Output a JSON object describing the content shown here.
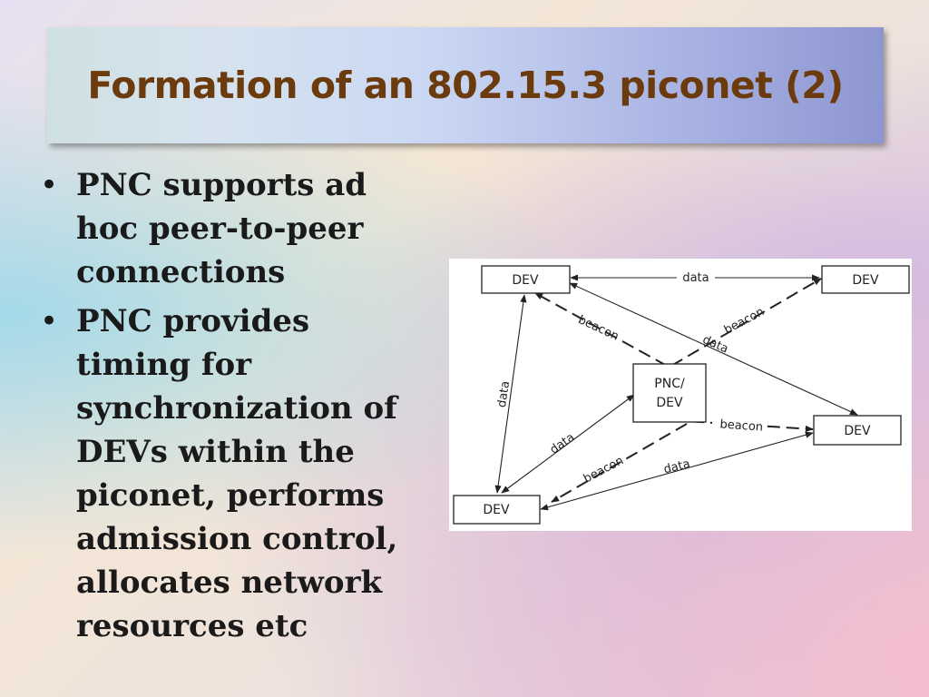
{
  "title": "Formation of an 802.15.3 piconet (2)",
  "bullets": [
    "PNC supports ad hoc peer-to-peer connections",
    "PNC provides timing for synchronization of DEVs within the piconet, performs admission control, allocates network resources etc"
  ],
  "diagram": {
    "nodes": {
      "top_left": "DEV",
      "top_right": "DEV",
      "center": [
        "PNC/",
        "DEV"
      ],
      "right": "DEV",
      "bottom_left": "DEV"
    },
    "edges": [
      {
        "from": "top_left",
        "to": "top_right",
        "label": "data",
        "style": "solid"
      },
      {
        "from": "center",
        "to": "top_left",
        "label": "beacon",
        "style": "dashed"
      },
      {
        "from": "center",
        "to": "top_right",
        "label": "beacon",
        "style": "dashed"
      },
      {
        "from": "top_left",
        "to": "right",
        "label": "data",
        "style": "solid"
      },
      {
        "from": "top_left",
        "to": "bottom_left",
        "label": "data",
        "style": "solid"
      },
      {
        "from": "bottom_left",
        "to": "center",
        "label": "data",
        "style": "solid"
      },
      {
        "from": "center",
        "to": "right",
        "label": "beacon",
        "style": "dashed"
      },
      {
        "from": "center",
        "to": "bottom_left",
        "label": "beacon",
        "style": "dashed"
      },
      {
        "from": "bottom_left",
        "to": "right",
        "label": "data",
        "style": "solid"
      }
    ]
  }
}
